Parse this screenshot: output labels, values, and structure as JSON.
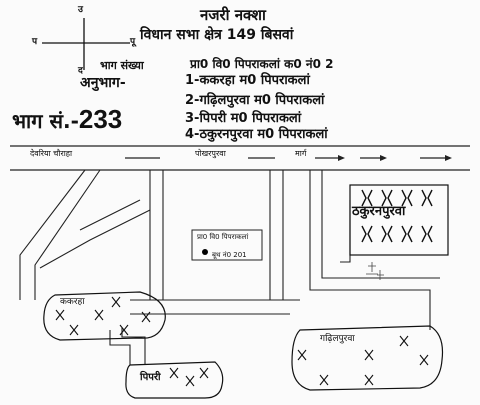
{
  "header": {
    "title": "नजरी नक्शा",
    "subtitle": "विधान सभा क्षेत्र 149 बिसवां",
    "bhag_label": "भाग संख्या",
    "school": "प्रा0 वि0 पिपराकलां क0 नं0 2",
    "anubhag_label": "अनुभाग-",
    "anubhag_items": [
      "1-ककरहा म0 पिपराकलां",
      "2-गढ़िलपुरवा म0 पिपराकलां",
      "3-पिपरी म0 पिपराकलां",
      "4-ठकुरनपुरवा म0 पिपराकलां"
    ],
    "bhag_prefix": "भाग सं.-",
    "bhag_number": "233"
  },
  "compass": {
    "north": "उ",
    "south": "द",
    "west": "प",
    "east": "पू"
  },
  "map": {
    "road_left": "देवरिया चौराहा",
    "road_mid": "पोखरपुरवा",
    "road_end": "मार्ग",
    "booth_school": "प्रा0 वि0 पिपराकलां",
    "booth_number": "बूथ नं0 201",
    "villages": {
      "thakuranpurwa": "ठकुरनपुरवा",
      "kakraha": "ककरहा",
      "pipri": "पिपरी",
      "gadhilpurwa": "गढ़िलपुरवा"
    },
    "colors": {
      "ink": "#111111",
      "booth": "#000000"
    }
  }
}
